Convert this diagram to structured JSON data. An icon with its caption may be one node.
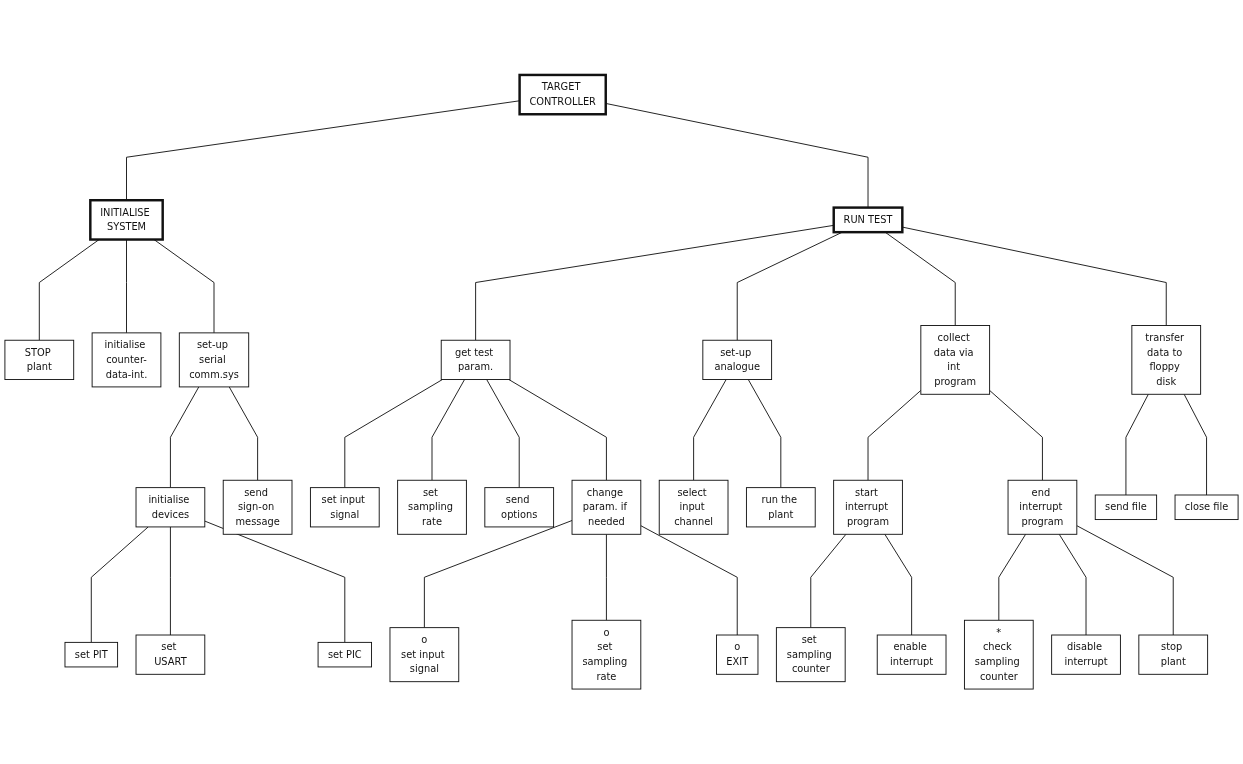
{
  "diagram": {
    "nodes": [
      {
        "text": [
          "TARGET CONTROLLER"
        ]
      },
      {
        "text": [
          "INITIALISE SYSTEM"
        ]
      },
      {
        "text": [
          "RUN TEST"
        ]
      },
      {
        "text": [
          "STOP plant"
        ]
      },
      {
        "text": [
          "initialise counter-data-int."
        ]
      },
      {
        "text": [
          "set-up serial comm.sys"
        ]
      },
      {
        "text": [
          "get test param."
        ]
      },
      {
        "text": [
          "set-up analogue"
        ]
      },
      {
        "text": [
          "collect data via int program"
        ]
      },
      {
        "text": [
          "transfer data to floppy disk"
        ]
      },
      {
        "text": [
          "initialise devices"
        ]
      },
      {
        "text": [
          "send sign-on message"
        ]
      },
      {
        "text": [
          "set input signal"
        ]
      },
      {
        "text": [
          "set sampling rate"
        ]
      },
      {
        "text": [
          "send options"
        ]
      },
      {
        "text": [
          "change param. if needed"
        ]
      },
      {
        "text": [
          "select input channel"
        ]
      },
      {
        "text": [
          "run the plant"
        ]
      },
      {
        "text": [
          "start interrupt program"
        ]
      },
      {
        "text": [
          "end interrupt program"
        ]
      },
      {
        "text": [
          "send file"
        ]
      },
      {
        "text": [
          "close file"
        ]
      },
      {
        "text": [
          "set PIT"
        ]
      },
      {
        "text": [
          "set USART"
        ]
      },
      {
        "text": [
          "set PIC"
        ]
      },
      {
        "text": [
          "o",
          "set input signal"
        ]
      },
      {
        "text": [
          "o",
          "set sampling rate"
        ]
      },
      {
        "text": [
          "o",
          "EXIT"
        ]
      },
      {
        "text": [
          "set sampling counter"
        ]
      },
      {
        "text": [
          "enable interrupt"
        ]
      },
      {
        "text": [
          "*",
          "check sampling counter"
        ]
      },
      {
        "text": [
          "disable interrupt"
        ]
      },
      {
        "text": [
          "stop plant"
        ]
      }
    ],
    "edges": [
      {
        "from": 0,
        "to": 1,
        "arrow": "none"
      },
      {
        "from": 0,
        "to": 2,
        "arrow": "none"
      },
      {
        "from": 1,
        "to": 3,
        "arrow": "none"
      },
      {
        "from": 1,
        "to": 4,
        "arrow": "none"
      },
      {
        "from": 1,
        "to": 5,
        "arrow": "none"
      },
      {
        "from": 2,
        "to": 6,
        "arrow": "none"
      },
      {
        "from": 2,
        "to": 7,
        "arrow": "none"
      },
      {
        "from": 2,
        "to": 8,
        "arrow": "none"
      },
      {
        "from": 2,
        "to": 9,
        "arrow": "none"
      },
      {
        "from": 5,
        "to": 10,
        "arrow": "none"
      },
      {
        "from": 5,
        "to": 11,
        "arrow": "none"
      },
      {
        "from": 6,
        "to": 12,
        "arrow": "none"
      },
      {
        "from": 6,
        "to": 13,
        "arrow": "none"
      },
      {
        "from": 6,
        "to": 14,
        "arrow": "none"
      },
      {
        "from": 6,
        "to": 15,
        "arrow": "none"
      },
      {
        "from": 7,
        "to": 16,
        "arrow": "none"
      },
      {
        "from": 7,
        "to": 17,
        "arrow": "none"
      },
      {
        "from": 8,
        "to": 18,
        "arrow": "none"
      },
      {
        "from": 8,
        "to": 19,
        "arrow": "none"
      },
      {
        "from": 9,
        "to": 20,
        "arrow": "none"
      },
      {
        "from": 9,
        "to": 21,
        "arrow": "none"
      },
      {
        "from": 10,
        "to": 22,
        "arrow": "none"
      },
      {
        "from": 10,
        "to": 23,
        "arrow": "none"
      },
      {
        "from": 10,
        "to": 24,
        "arrow": "none"
      },
      {
        "from": 15,
        "to": 25,
        "arrow": "none"
      },
      {
        "from": 15,
        "to": 26,
        "arrow": "none"
      },
      {
        "from": 15,
        "to": 27,
        "arrow": "none"
      },
      {
        "from": 18,
        "to": 28,
        "arrow": "none"
      },
      {
        "from": 18,
        "to": 29,
        "arrow": "none"
      },
      {
        "from": 19,
        "to": 30,
        "arrow": "none"
      },
      {
        "from": 19,
        "to": 31,
        "arrow": "none"
      },
      {
        "from": 19,
        "to": 32,
        "arrow": "none"
      }
    ]
  }
}
